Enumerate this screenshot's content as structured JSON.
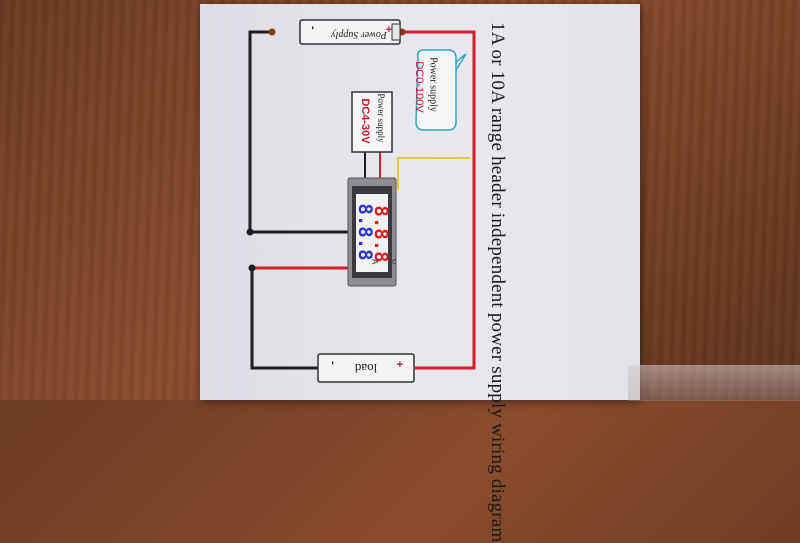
{
  "diagram": {
    "title": "1A or 10A range header independent power supply wiring diagram",
    "power_supply_top": {
      "label": "Power Supply",
      "plus": "+",
      "minus": "-"
    },
    "bubble": {
      "title": "Power supply",
      "range": "DC0-100V"
    },
    "small_supply": {
      "title": "Power supply",
      "range": "DC4-30V"
    },
    "meter": {
      "volt_digits": "8.8.8",
      "amp_digits": "8.8.8",
      "volt_unit": "V",
      "amp_unit": "A"
    },
    "load": {
      "label": "load",
      "plus": "+",
      "minus": "-"
    }
  },
  "colors": {
    "wire_red": "#d4202a",
    "wire_black": "#1e1e1e",
    "wire_yellow": "#e8c640",
    "digit_red": "#e01b1b",
    "digit_blue": "#2834c8",
    "bubble_outline": "#2aa8c8"
  }
}
